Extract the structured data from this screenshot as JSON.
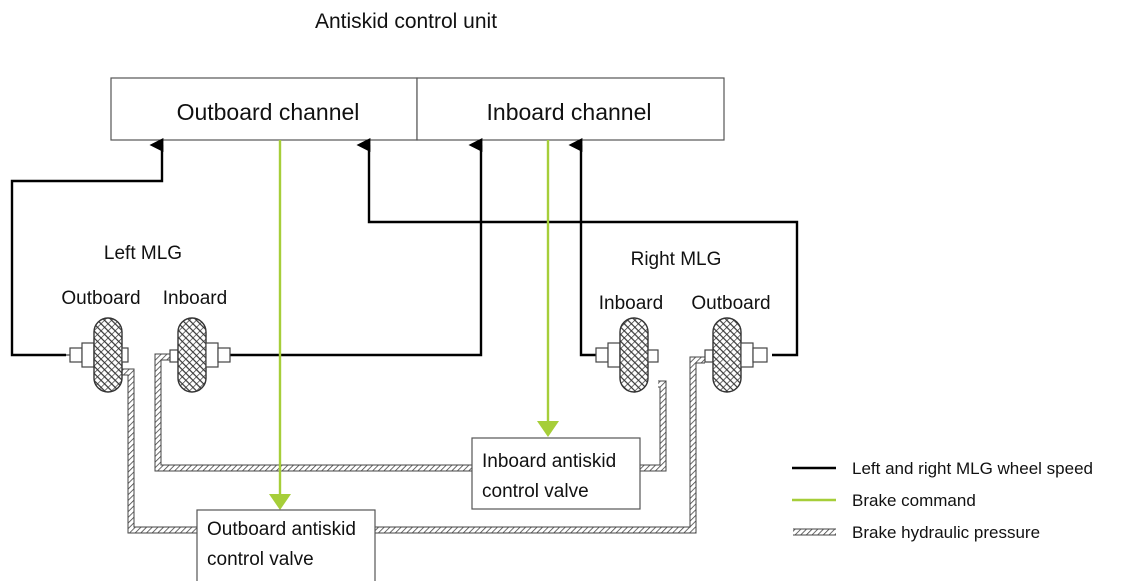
{
  "title": "Antiskid control unit",
  "channels": {
    "outboard": "Outboard channel",
    "inboard": "Inboard channel"
  },
  "left_mlg": {
    "label": "Left MLG",
    "outboard": "Outboard",
    "inboard": "Inboard"
  },
  "right_mlg": {
    "label": "Right MLG",
    "inboard": "Inboard",
    "outboard": "Outboard"
  },
  "valves": {
    "inboard": [
      "Inboard antiskid",
      "control valve"
    ],
    "outboard": [
      "Outboard antiskid",
      "control valve"
    ]
  },
  "legend": {
    "wheel_speed": "Left and right MLG wheel speed",
    "brake_command": "Brake command",
    "hydraulic": "Brake hydraulic pressure"
  },
  "colors": {
    "wheel_speed": "#000000",
    "brake_command": "#a6ce39",
    "hydraulic": "#444444"
  }
}
